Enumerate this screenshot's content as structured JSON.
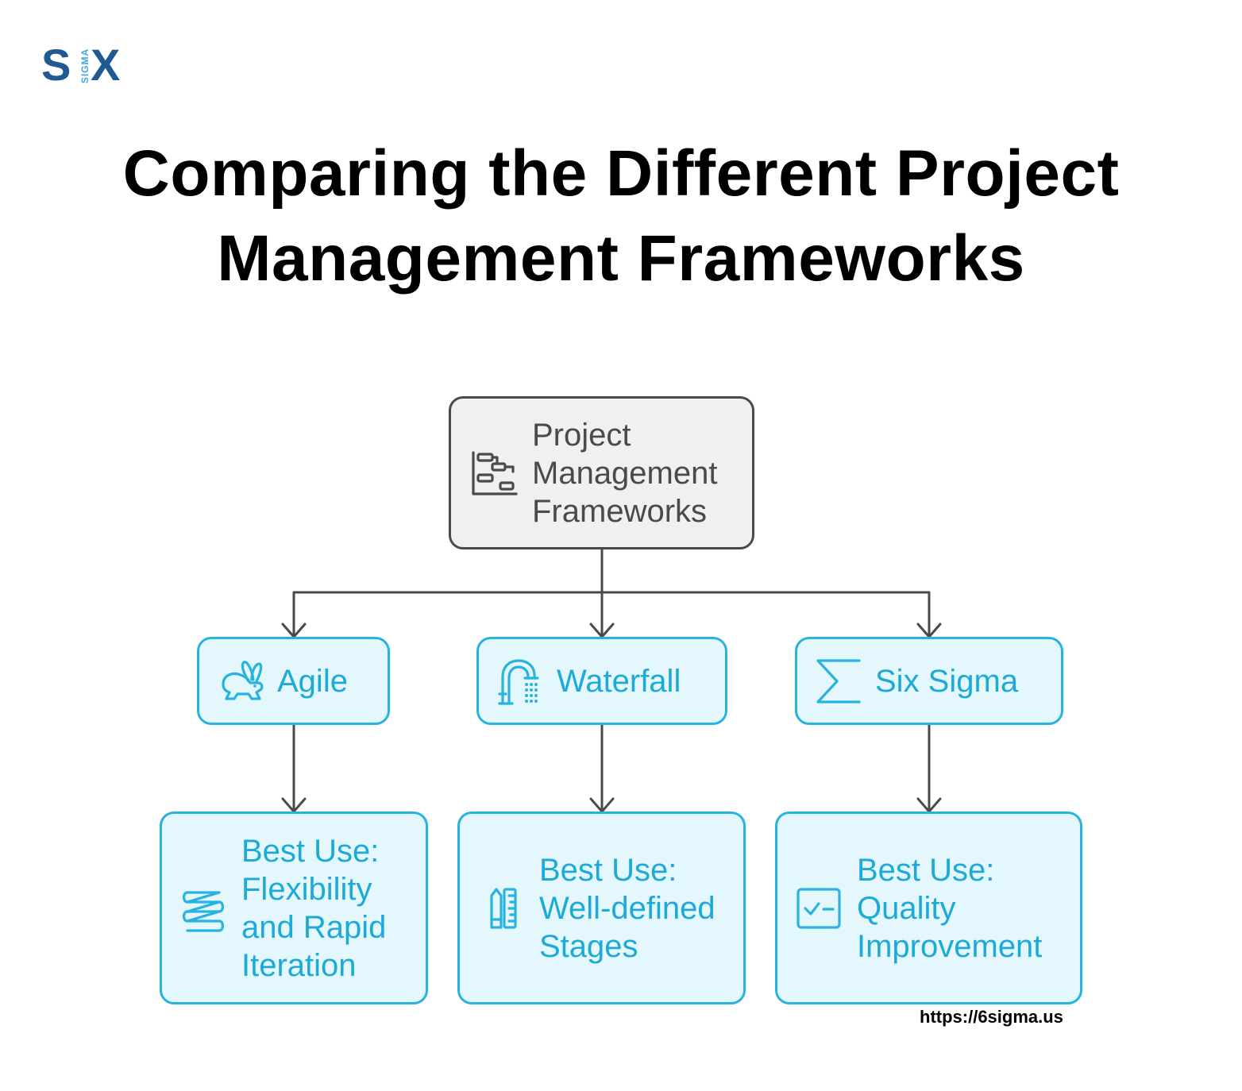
{
  "logo": {
    "left": "S",
    "middle": "SIGMA",
    "right": "X"
  },
  "title": "Comparing the Different Project\nManagement Frameworks",
  "root": {
    "label": "Project\nManagement\nFrameworks",
    "icon": "gantt-chart-icon"
  },
  "frameworks": [
    {
      "label": "Agile",
      "icon": "rabbit-icon",
      "best_use": "Best Use:\nFlexibility\nand Rapid\nIteration",
      "best_use_icon": "spring-icon"
    },
    {
      "label": "Waterfall",
      "icon": "shower-icon",
      "best_use": "Best Use:\nWell-defined\nStages",
      "best_use_icon": "ruler-pencil-icon"
    },
    {
      "label": "Six Sigma",
      "icon": "sigma-icon",
      "best_use": "Best Use:\nQuality\nImprovement",
      "best_use_icon": "checklist-icon"
    }
  ],
  "colors": {
    "accent": "#27b3de",
    "accent_text": "#1eaad6",
    "accent_fill": "#e3f7fc",
    "root_border": "#4a4a4a",
    "root_fill": "#f0f0f0",
    "logo": "#1f5a91",
    "logo_light": "#3ea9dd"
  },
  "source_url": "https://6sigma.us"
}
